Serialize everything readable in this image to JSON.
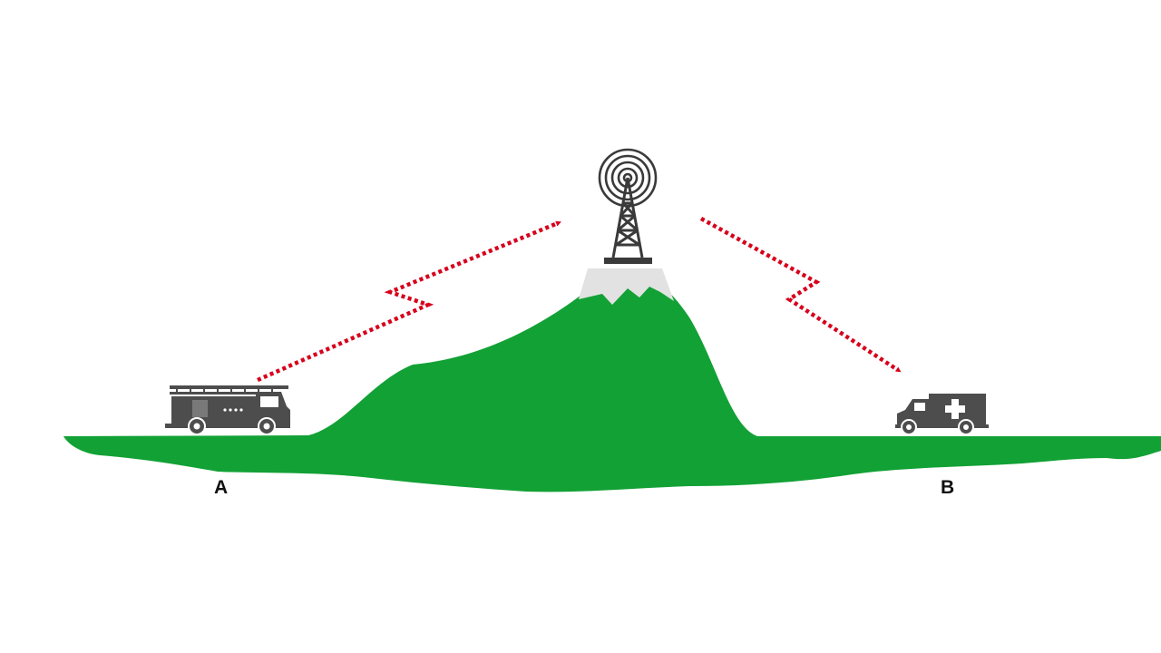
{
  "labels": {
    "point_a": "A",
    "point_b": "B"
  },
  "elements": {
    "sender": "fire-truck-icon",
    "repeater": "radio-tower-icon",
    "receiver": "ambulance-icon",
    "terrain": "mountain"
  },
  "colors": {
    "background": "#ffffff",
    "ground": "#12a135",
    "snow": "#e2e2e2",
    "signal": "#d7001b",
    "vehicle": "#4d4d4d",
    "tower": "#3a3a3a",
    "label": "#111111"
  }
}
